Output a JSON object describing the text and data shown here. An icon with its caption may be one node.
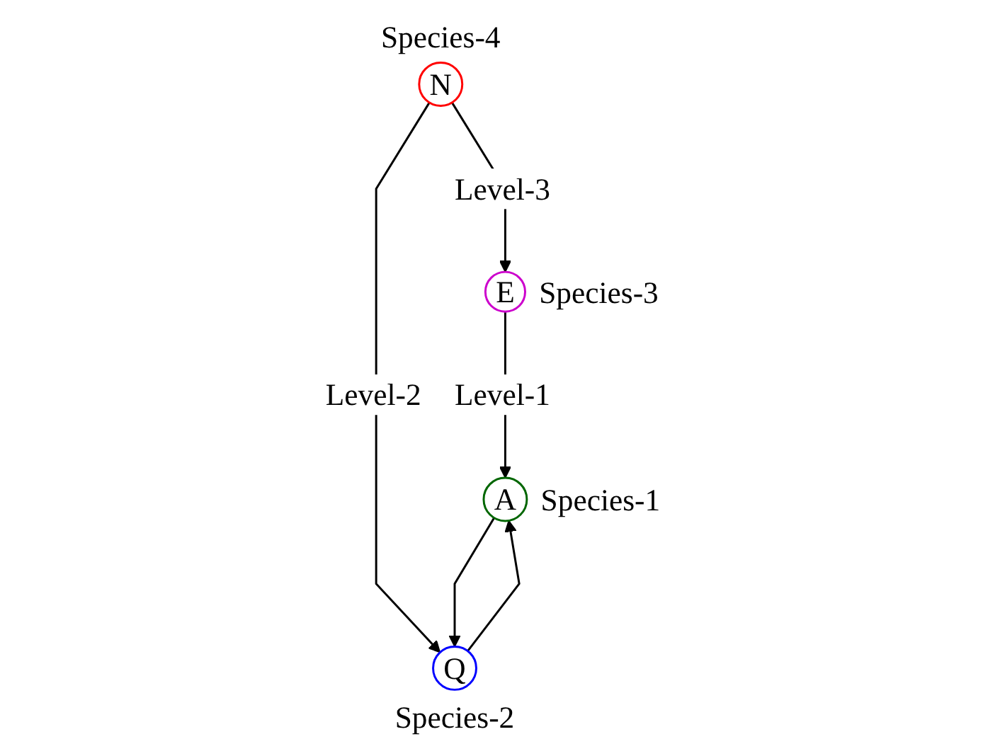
{
  "diagram": {
    "nodes": [
      {
        "text": [
          "E"
        ],
        "beside": [
          "Species-3"
        ]
      },
      {
        "text": [
          "N"
        ],
        "beside": [
          "Species-4"
        ]
      },
      {
        "text": [
          "A"
        ],
        "beside": [
          "Species-1"
        ]
      },
      {
        "text": [
          "Q"
        ],
        "beside": [
          "Species-2"
        ]
      }
    ],
    "edges": [
      {
        "from": 1,
        "to": 0,
        "arrow": "to",
        "label": "Level-3"
      },
      {
        "from": 0,
        "to": 2,
        "arrow": "to",
        "label": "Level-1"
      },
      {
        "from": 1,
        "to": 3,
        "arrow": "to",
        "label": "Level-2"
      },
      {
        "from": 3,
        "to": 2,
        "arrow": "to"
      },
      {
        "from": 2,
        "to": 3,
        "arrow": "to"
      }
    ]
  }
}
